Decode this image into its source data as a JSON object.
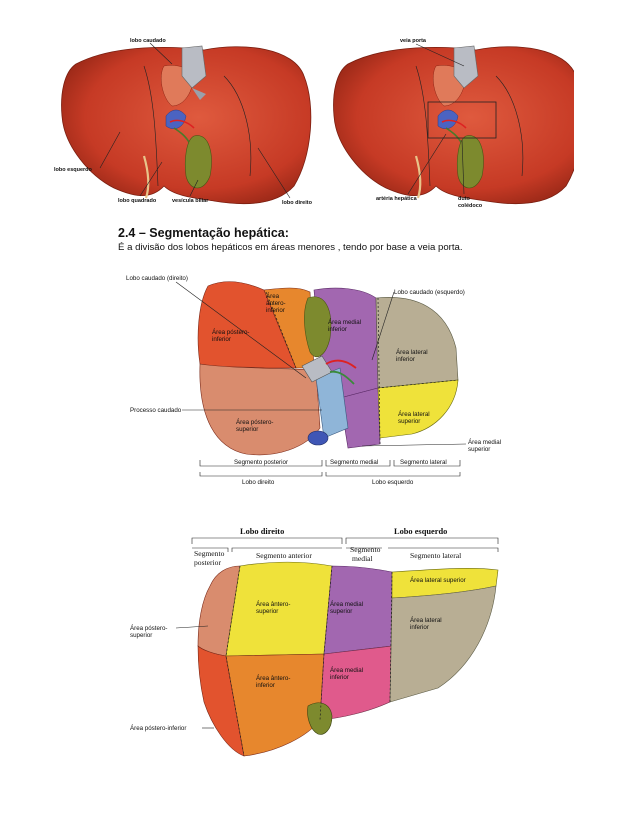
{
  "section": {
    "heading": "2.4 – Segmentação hepática:",
    "paragraph": "É a divisão dos lobos hepáticos em áreas menores , tendo por base a veia porta."
  },
  "figure_top": {
    "left_labels": {
      "lobo_caudado": "lobo caudado",
      "lobo_esquerdo": "lobo esquerdo",
      "lobo_quadrado": "lobo quadrado",
      "vesicula_biliar": "vesícula biliar",
      "lobo_direito": "lobo direito"
    },
    "right_labels": {
      "veia_porta": "veia porta",
      "arteria_hepatica": "artéria hepática",
      "duto_coledoco_1": "duto",
      "duto_coledoco_2": "colédoco"
    }
  },
  "figure_middle": {
    "lobo_caudado_direito": "Lobo caudado (direito)",
    "lobo_caudado_esquerdo": "Lobo caudado (esquerdo)",
    "area_antero_inferior": [
      "Área",
      "ântero-",
      "inferior"
    ],
    "area_postero_inferior": [
      "Área póstero-",
      "inferior"
    ],
    "area_medial_inferior": [
      "Área medial",
      "inferior"
    ],
    "area_lateral_inferior": [
      "Área lateral",
      "inferior"
    ],
    "processo_caudado": "Processo caudado",
    "area_lateral_superior": [
      "Área lateral",
      "superior"
    ],
    "area_postero_superior": [
      "Área póstero-",
      "superior"
    ],
    "area_medial_superior": [
      "Área medial",
      "superior"
    ],
    "segmento_posterior": "Segmento posterior",
    "segmento_medial": "Segmento medial",
    "segmento_lateral": "Segmento lateral",
    "lobo_direito": "Lobo direito",
    "lobo_esquerdo": "Lobo esquerdo"
  },
  "figure_bottom": {
    "lobo_direito": "Lobo direito",
    "lobo_esquerdo": "Lobo esquerdo",
    "segmento_posterior": [
      "Segmento",
      "posterior"
    ],
    "segmento_anterior": "Segmento anterior",
    "segmento_medial": [
      "Segmento",
      "medial"
    ],
    "segmento_lateral": "Segmento lateral",
    "area_lateral_superior": "Área lateral superior",
    "area_antero_superior": [
      "Área ântero-",
      "superior"
    ],
    "area_medial_superior": [
      "Área medial",
      "superior"
    ],
    "area_postero_superior": [
      "Área póstero-",
      "superior"
    ],
    "area_lateral_inferior": [
      "Área lateral",
      "inferior"
    ],
    "area_antero_inferior": [
      "Área ântero-",
      "inferior"
    ],
    "area_medial_inferior": [
      "Área medial",
      "inferior"
    ],
    "area_postero_inferior": "Área póstero-inferior"
  },
  "colors": {
    "liver_red": "#c8412c",
    "liver_dark": "#9a2a1a",
    "gallbladder": "#7d8a2e",
    "vessel_gray": "#b9bcc4",
    "yellow": "#efe23a",
    "orange": "#e7872d",
    "purple": "#a267b0",
    "salmon": "#d98c6e",
    "red_segment": "#e2532e",
    "gray_segment": "#b8ae94",
    "blue_vessel": "#3f56b5"
  }
}
